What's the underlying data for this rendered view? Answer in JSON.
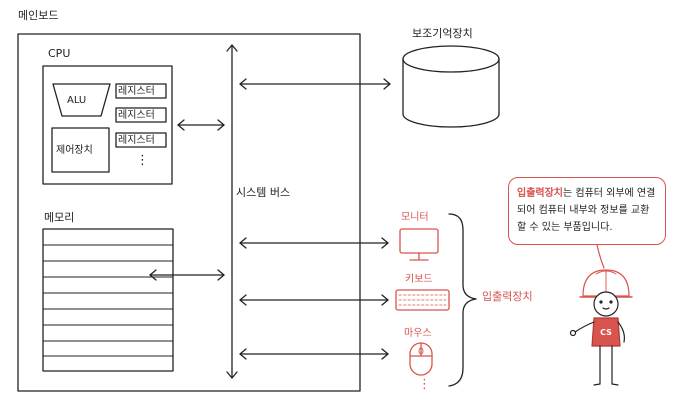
{
  "labels": {
    "mainboard": "메인보드",
    "cpu": "CPU",
    "alu": "ALU",
    "registers": [
      "레지스터",
      "레지스터",
      "레지스터"
    ],
    "register_ellipsis": "⋮",
    "control_unit": "제어장치",
    "memory": "메모리",
    "system_bus": "시스템 버스",
    "secondary_storage": "보조기억장치",
    "monitor": "모니터",
    "keyboard": "키보드",
    "mouse": "마우스",
    "io_ellipsis": "⋮",
    "io_devices": "입출력장치"
  },
  "bubble": {
    "highlight": "입출력장치",
    "rest": "는 컴퓨터 외부에 연결되어 컴퓨터 내부와 정보를 교환할 수 있는 부품입니다."
  },
  "mascot": {
    "badge": "CS"
  },
  "colors": {
    "accent": "#d9534f",
    "ink": "#222222"
  }
}
